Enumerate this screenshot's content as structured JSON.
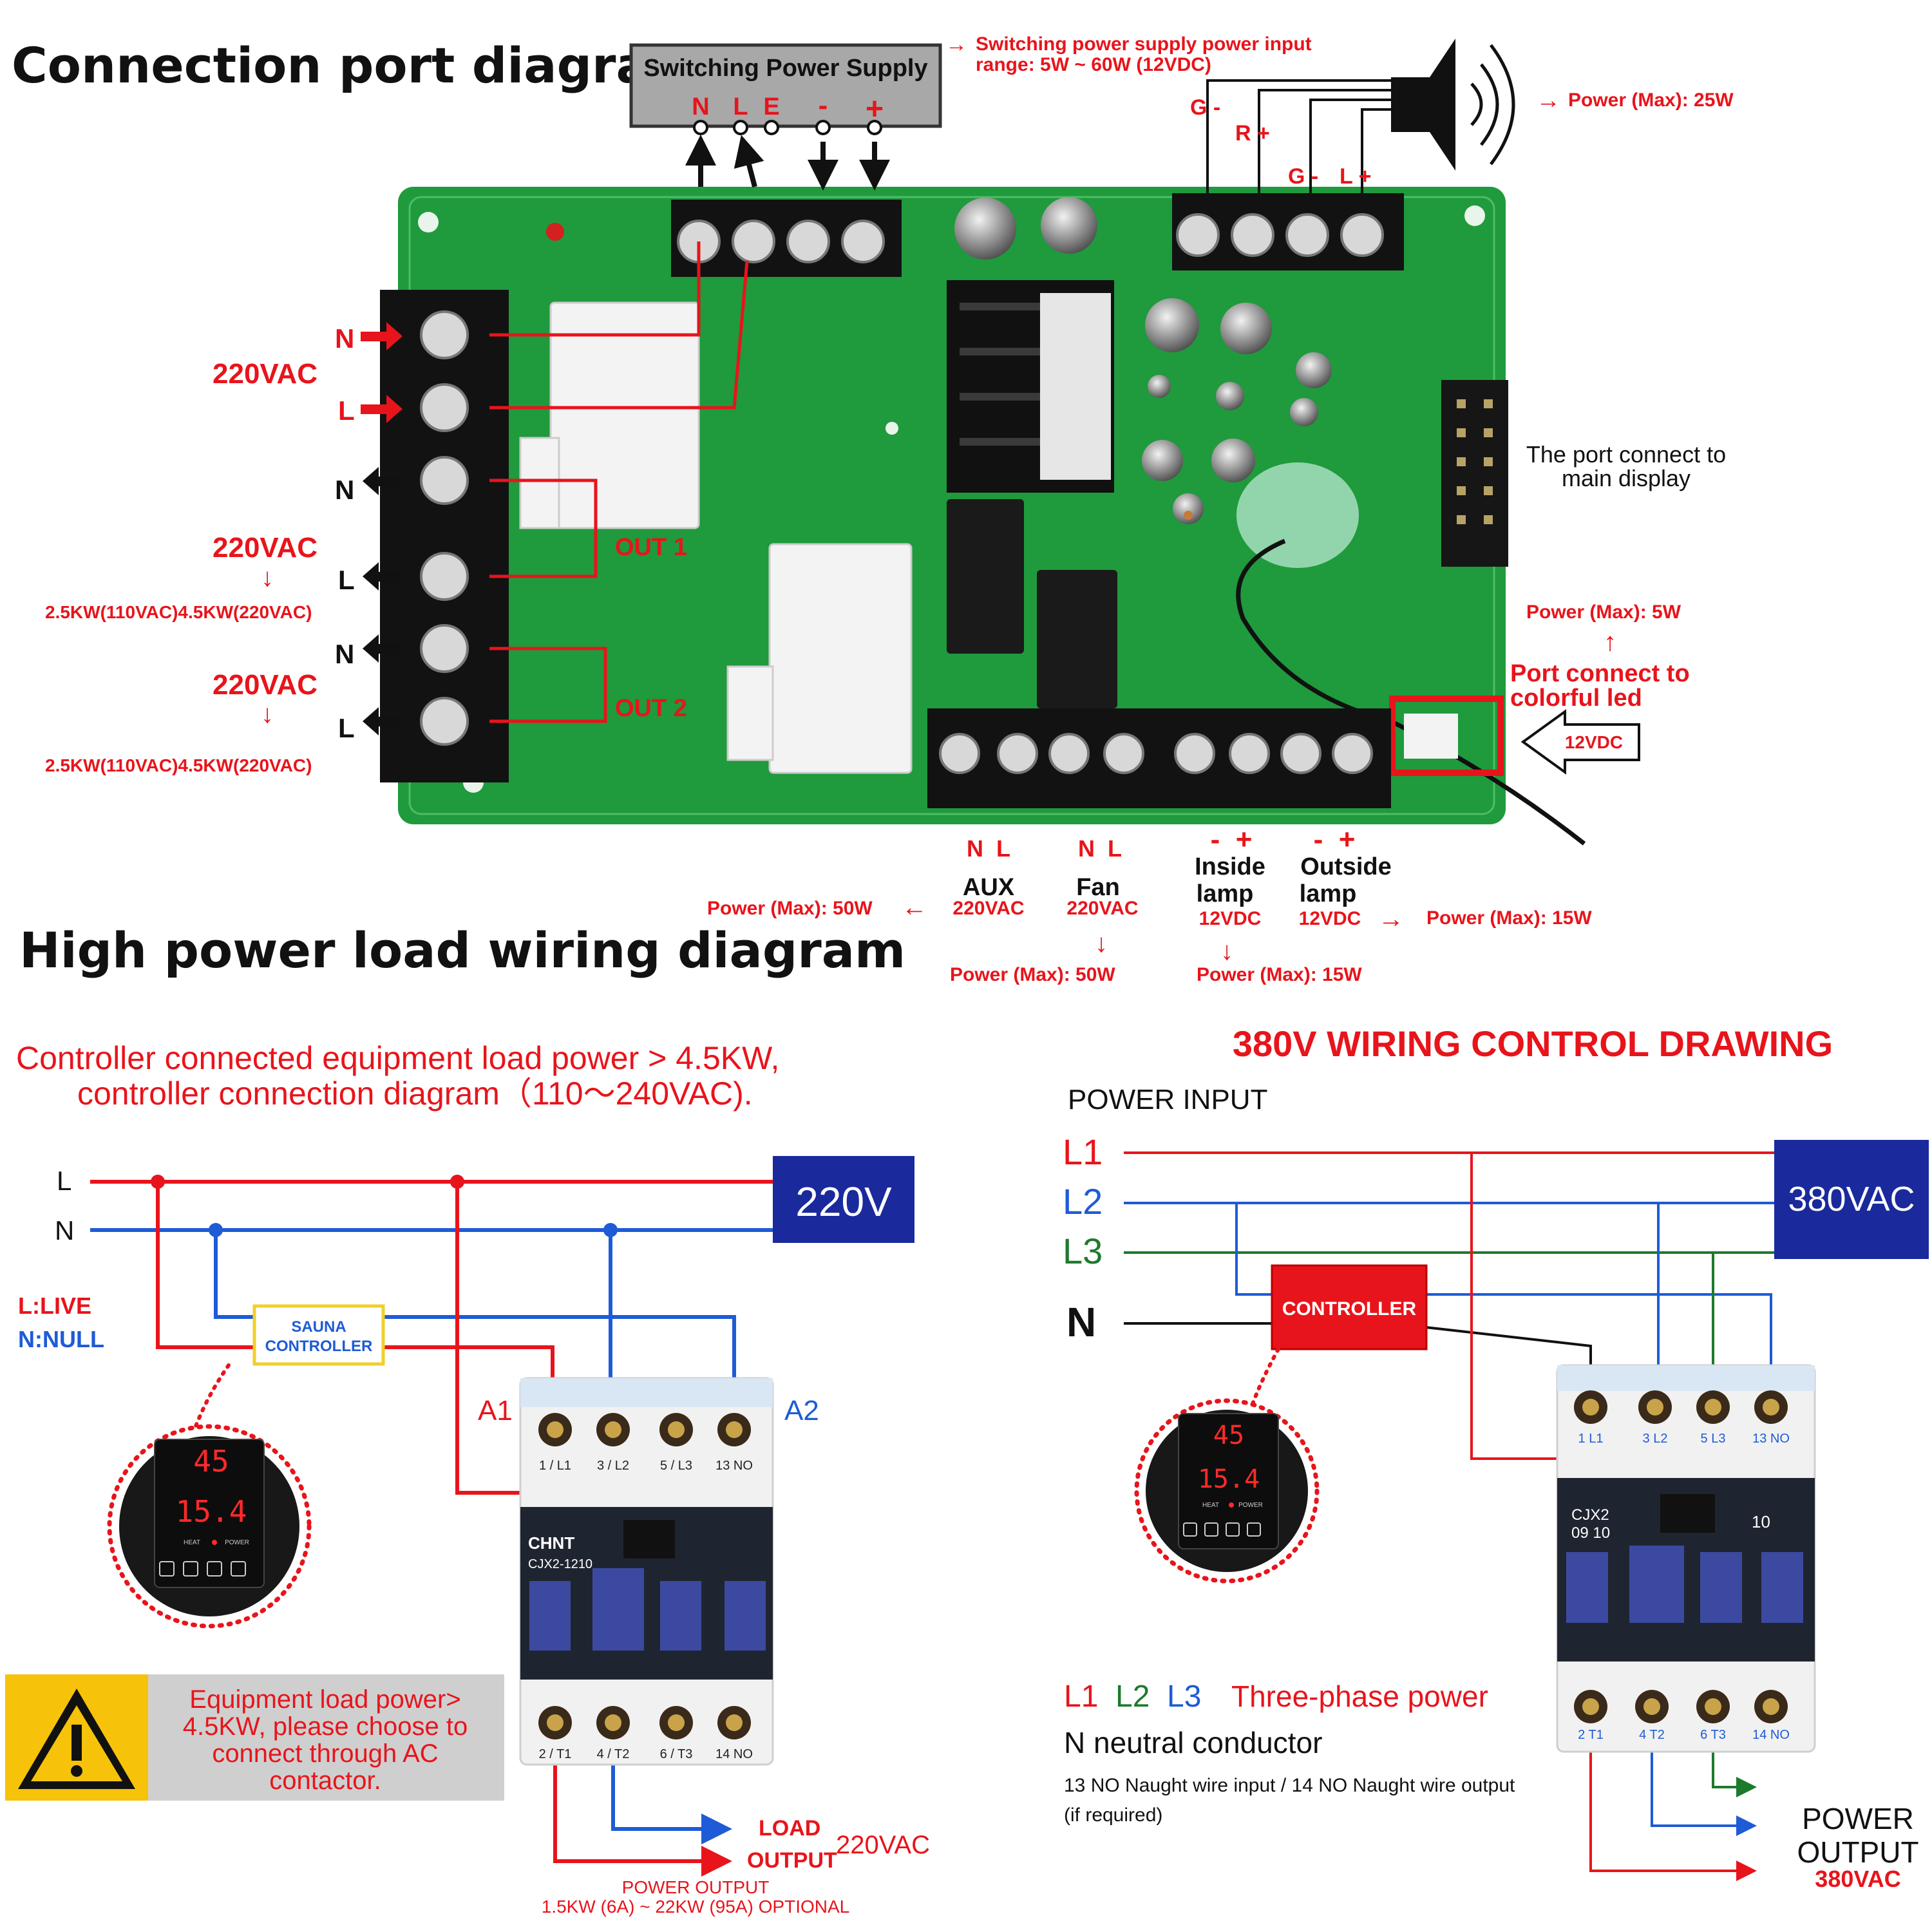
{
  "colors": {
    "pcb": "#1f9a3c",
    "red": "#e8141b",
    "blue": "#1e5bd6",
    "green": "#1d7a2d",
    "navy": "#1a2a9c",
    "black": "#111111"
  },
  "top": {
    "title": "Connection port diagram",
    "psu": {
      "label": "Switching Power Supply",
      "terminals": [
        "N",
        "L",
        "E",
        "-",
        "+"
      ],
      "note_line1": "Switching power supply power input",
      "note_line2": "range: 5W ~ 60W (12VDC)"
    },
    "speaker": {
      "terminals": [
        "G -",
        "R +",
        "G -",
        "L +"
      ],
      "power": "Power (Max): 25W"
    },
    "input": {
      "voltage": "220VAC",
      "n": "N",
      "l": "L"
    },
    "out1": {
      "label": "OUT 1",
      "voltage": "220VAC",
      "arrow": "↓",
      "rating": "2.5KW(110VAC)4.5KW(220VAC)",
      "n": "N",
      "l": "L"
    },
    "out2": {
      "label": "OUT 2",
      "voltage": "220VAC",
      "arrow": "↓",
      "rating": "2.5KW(110VAC)4.5KW(220VAC)",
      "n": "N",
      "l": "L"
    },
    "display_port": {
      "line1": "The port connect to",
      "line2": "main display"
    },
    "led_port": {
      "power": "Power (Max): 5W",
      "arrow": "↑",
      "line1": "Port connect to",
      "line2": "colorful led",
      "voltage": "12VDC"
    },
    "bottom_terms": {
      "aux": {
        "nl": "N  L",
        "name": "AUX",
        "voltage": "220VAC",
        "power": "Power (Max): 50W"
      },
      "fan": {
        "nl": "N  L",
        "name": "Fan",
        "voltage": "220VAC",
        "arrow": "↓",
        "power": "Power (Max): 50W"
      },
      "inside": {
        "pol": "-  +",
        "name1": "Inside",
        "name2": "lamp",
        "voltage": "12VDC",
        "arrow": "↓",
        "power": "Power (Max): 15W"
      },
      "outside": {
        "pol": "-  +",
        "name1": "Outside",
        "name2": "lamp",
        "voltage": "12VDC",
        "power": "Power (Max): 15W"
      }
    }
  },
  "middle": {
    "title": "High power load wiring diagram"
  },
  "left": {
    "heading1": "Controller connected equipment load power > 4.5KW,",
    "heading2": "controller connection diagram（110～240VAC).",
    "l": "L",
    "n": "N",
    "legend_live": "L:LIVE",
    "legend_null": "N:NULL",
    "supply": "220V",
    "controller": {
      "line1": "SAUNA",
      "line2": "CONTROLLER"
    },
    "display": {
      "top": "45",
      "bottom": "15.4",
      "heat": "HEAT",
      "power": "POWER"
    },
    "a1": "A1",
    "a2": "A2",
    "contactor": {
      "top": [
        "1 / L1",
        "3 / L2",
        "5 / L3",
        "13 NO"
      ],
      "brand": "CHNT",
      "model": "CJX2-1210",
      "bottom": [
        "2 / T1",
        "4 / T2",
        "6 / T3",
        "14 NO"
      ]
    },
    "warning": {
      "line1": "Equipment load power>",
      "line2": "4.5KW, please choose to",
      "line3": "connect through AC",
      "line4": "contactor."
    },
    "load1": "LOAD",
    "load2": "OUTPUT",
    "load_voltage": "220VAC",
    "power_output": "POWER OUTPUT",
    "power_range": "1.5KW (6A) ~ 22KW (95A) OPTIONAL"
  },
  "right": {
    "title": "380V WIRING CONTROL DRAWING",
    "power_input": "POWER INPUT",
    "lines": [
      "L1",
      "L2",
      "L3",
      "N"
    ],
    "supply": "380VAC",
    "controller": "CONTROLLER",
    "display": {
      "top": "45",
      "bottom": "15.4",
      "heat": "HEAT",
      "power": "POWER"
    },
    "contactor": {
      "top": [
        "1 L1",
        "3 L2",
        "5 L3",
        "13 NO"
      ],
      "model1": "CJX2",
      "model2": "09 10",
      "code": "10",
      "bottom": [
        "2 T1",
        "4 T2",
        "6 T3",
        "14 NO"
      ]
    },
    "phase": {
      "l1": "L1",
      "l2": "L2",
      "l3": "L3",
      "label": "Three-phase power"
    },
    "neutral": "N neutral conductor",
    "note1": "13 NO Naught wire input / 14 NO Naught wire output",
    "note2": "(if required)",
    "out1": "POWER",
    "out2": "OUTPUT",
    "out_voltage": "380VAC"
  }
}
